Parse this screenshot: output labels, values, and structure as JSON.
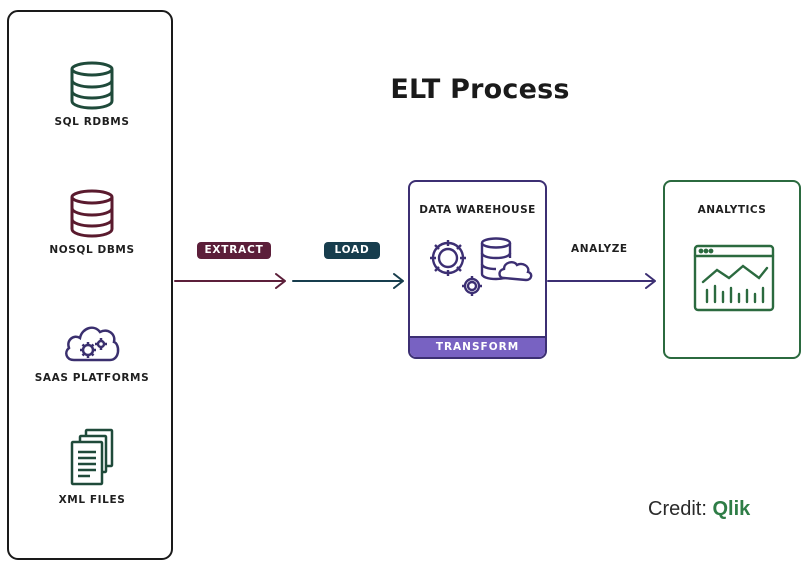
{
  "title": "ELT Process",
  "sources": [
    {
      "label": "SQL RDBMS",
      "icon": "database-icon",
      "color": "#1f4a3a"
    },
    {
      "label": "NOSQL DBMS",
      "icon": "database-icon",
      "color": "#5a1a2e"
    },
    {
      "label": "SAAS PLATFORMS",
      "icon": "cloud-gears-icon",
      "color": "#3a2f6e"
    },
    {
      "label": "XML FILES",
      "icon": "documents-icon",
      "color": "#1f4a3a"
    }
  ],
  "steps": {
    "extract": {
      "label": "EXTRACT",
      "color": "#5c1f3a"
    },
    "load": {
      "label": "LOAD",
      "color": "#173d4d"
    },
    "analyze": {
      "label": "ANALYZE"
    }
  },
  "warehouse": {
    "title": "DATA WAREHOUSE",
    "transform_label": "TRANSFORM",
    "border_color": "#3c2f73",
    "accent": "#7862c2"
  },
  "analytics": {
    "title": "ANALYTICS",
    "border_color": "#2b6a3f"
  },
  "credit": {
    "prefix": "Credit:",
    "brand": "Qlik"
  }
}
